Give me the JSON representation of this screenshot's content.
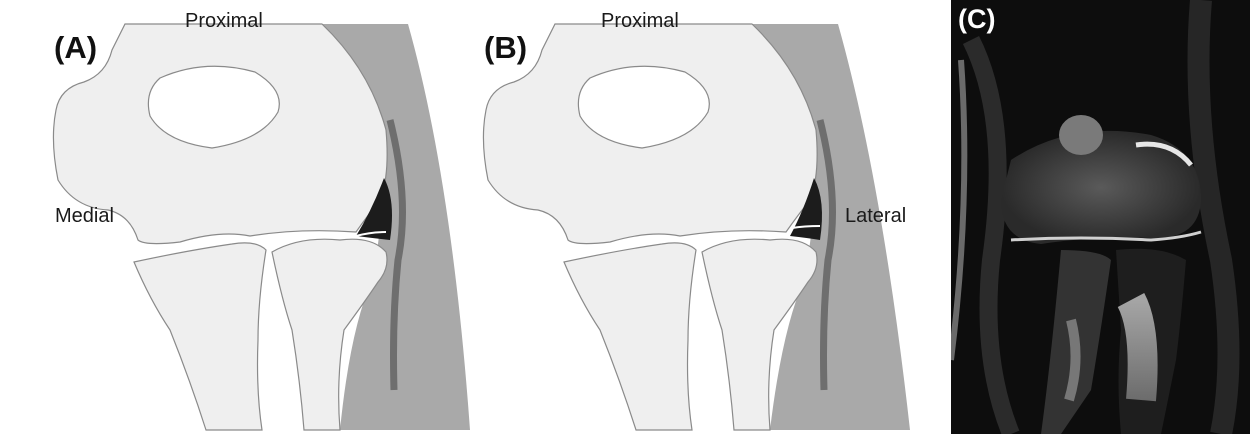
{
  "panels": [
    {
      "id": "(A)",
      "top_label": "Proximal",
      "side_label": "Medial"
    },
    {
      "id": "(B)",
      "top_label": "Proximal",
      "side_label": "Lateral"
    },
    {
      "id": "(C)"
    }
  ],
  "colors": {
    "bone": "#efefef",
    "bone_outline": "#8a8a8a",
    "soft_tissue": "#a9a9a9",
    "capsule_line": "#6e6e6e",
    "plica_fluid": "#1c1c1c",
    "mri_background": "#0d0d0d"
  }
}
